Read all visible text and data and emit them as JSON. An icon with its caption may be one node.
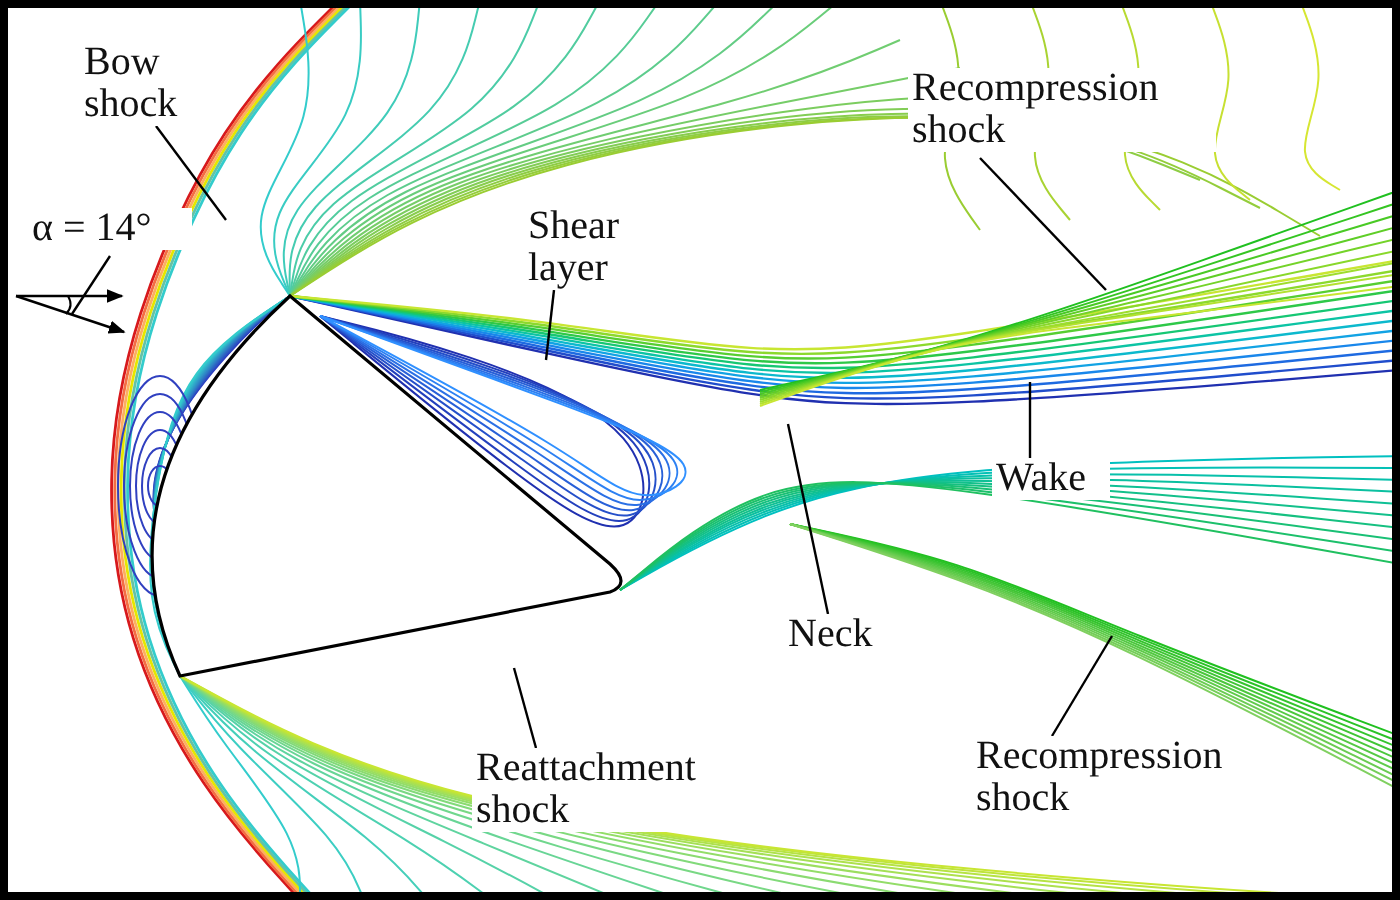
{
  "diagram": {
    "nodes": [
      {
        "text": [
          "Bow shock"
        ]
      },
      {
        "text": [
          "α = 14°"
        ]
      },
      {
        "text": [
          "Shear layer"
        ]
      },
      {
        "text": [
          "Recompression shock"
        ]
      },
      {
        "text": [
          "Wake"
        ]
      },
      {
        "text": [
          "Neck"
        ]
      },
      {
        "text": [
          "Reattachment shock"
        ]
      },
      {
        "text": [
          "Recompression shock"
        ]
      }
    ],
    "edges": [
      {
        "from": 0,
        "to": null,
        "arrow": "none"
      },
      {
        "from": 1,
        "to": null,
        "arrow": "none"
      },
      {
        "from": 2,
        "to": null,
        "arrow": "none"
      },
      {
        "from": 3,
        "to": null,
        "arrow": "none"
      },
      {
        "from": 4,
        "to": null,
        "arrow": "none"
      },
      {
        "from": 5,
        "to": null,
        "arrow": "none"
      },
      {
        "from": 6,
        "to": null,
        "arrow": "none"
      },
      {
        "from": 7,
        "to": null,
        "arrow": "none"
      }
    ]
  }
}
